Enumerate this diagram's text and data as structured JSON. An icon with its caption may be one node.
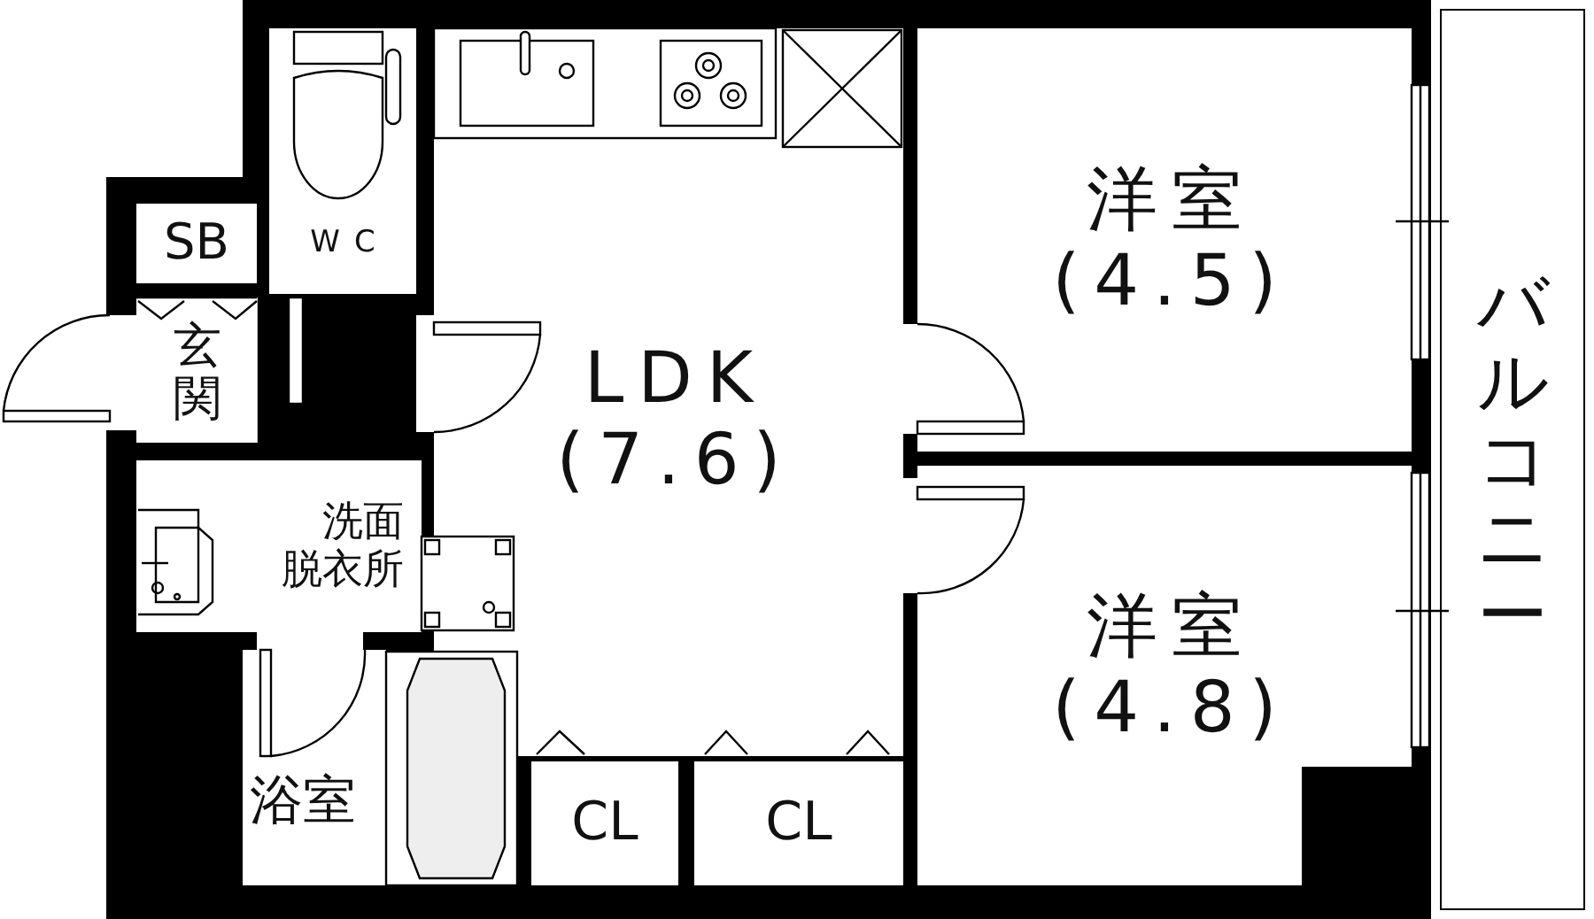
{
  "diagram": {
    "nodes": [
      {
        "text": [
          "WC"
        ]
      },
      {
        "text": [
          "SB"
        ]
      },
      {
        "text": [
          "玄関"
        ]
      },
      {
        "text": [
          "LDK",
          "(7.6)"
        ]
      },
      {
        "text": [
          "洋室",
          "(4.5)"
        ]
      },
      {
        "text": [
          "洗面",
          "脱衣所"
        ]
      },
      {
        "text": [
          "洋室",
          "(4.8)"
        ]
      },
      {
        "text": [
          "浴室"
        ]
      },
      {
        "text": [
          "CL"
        ]
      },
      {
        "text": [
          "CL"
        ]
      },
      {
        "text": [
          "バルコニー"
        ]
      }
    ]
  }
}
